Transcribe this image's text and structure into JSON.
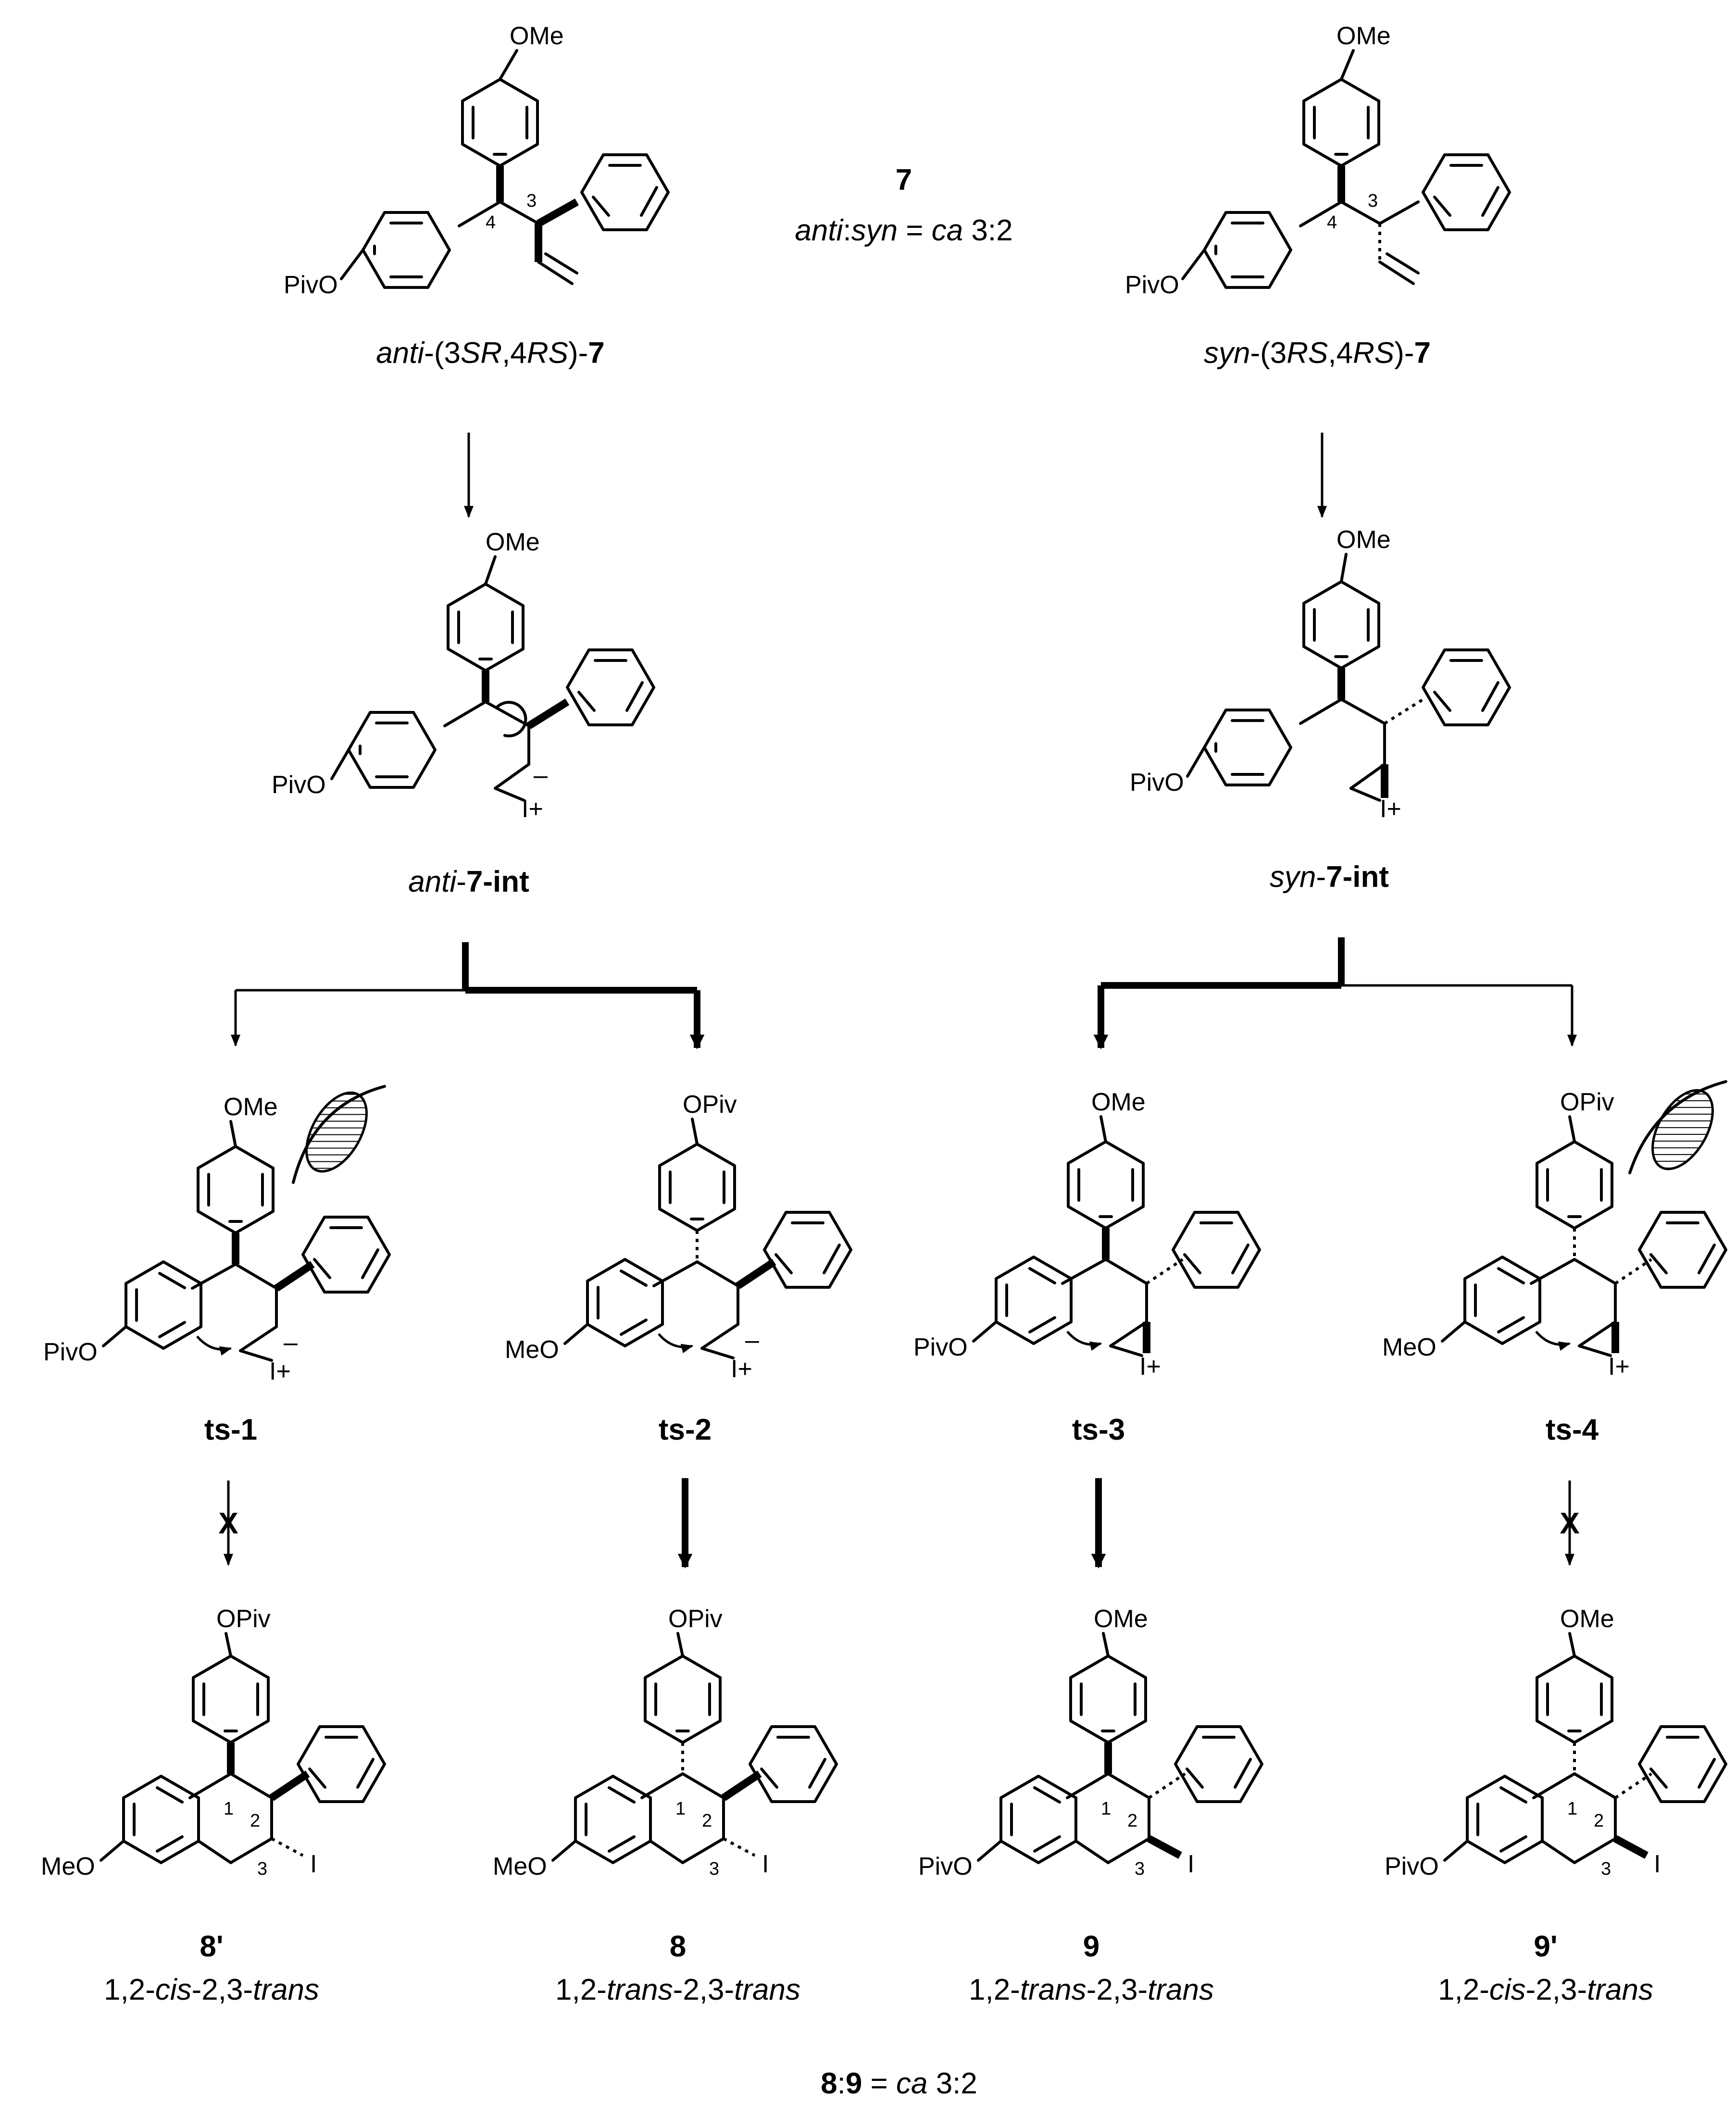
{
  "subs": {
    "ome": "OMe",
    "opiv": "OPiv",
    "pivo": "PivO",
    "meo": "MeO",
    "iplus": "I+",
    "minus": "–",
    "i": "I"
  },
  "nums": {
    "n1": "1",
    "n2": "2",
    "n3": "3",
    "n4": "4"
  },
  "top": {
    "ratio_cmpd": "7",
    "ratio_a": "anti",
    "ratio_b": ":",
    "ratio_c": "syn",
    "ratio_d": " = ",
    "ratio_e": "ca",
    "ratio_f": " 3:2",
    "anti": {
      "p1": "anti",
      "p2": "-(3",
      "p3": "SR",
      "p4": ",4",
      "p5": "RS",
      "p6": ")-",
      "p7": "7"
    },
    "syn": {
      "p1": "syn",
      "p2": "-(3",
      "p3": "RS",
      "p4": ",4",
      "p5": "RS",
      "p6": ")-",
      "p7": "7"
    }
  },
  "mid": {
    "anti": {
      "p1": "anti",
      "p2": "-",
      "p3": "7-int"
    },
    "syn": {
      "p1": "syn",
      "p2": "-",
      "p3": "7-int"
    }
  },
  "ts": [
    "ts-1",
    "ts-2",
    "ts-3",
    "ts-4"
  ],
  "blocked_mark": "X",
  "products": [
    {
      "name": "8'",
      "d1": "1,2-",
      "d2": "cis",
      "d3": "-2,3-",
      "d4": "trans"
    },
    {
      "name": "8",
      "d1": "1,2-",
      "d2": "trans",
      "d3": "-2,3-",
      "d4": "trans"
    },
    {
      "name": "9",
      "d1": "1,2-",
      "d2": "trans",
      "d3": "-2,3-",
      "d4": "trans"
    },
    {
      "name": "9'",
      "d1": "1,2-",
      "d2": "cis",
      "d3": "-2,3-",
      "d4": "trans"
    }
  ],
  "footer": {
    "a": "8",
    "b": ":",
    "c": "9",
    "d": " = ",
    "e": "ca",
    "f": " 3:2"
  }
}
